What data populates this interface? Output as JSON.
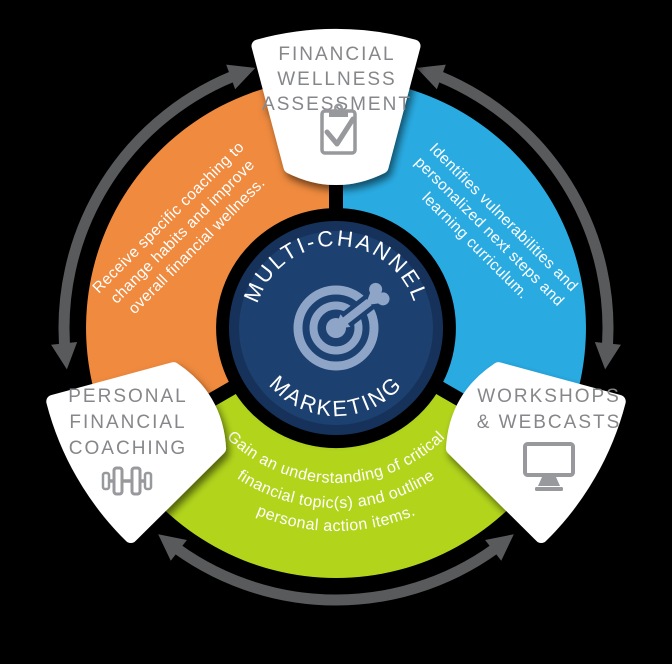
{
  "diagram_title": "Multi-Channel Marketing cycle diagram",
  "colors": {
    "background": "#000000",
    "orange": "#EF8A3E",
    "blue": "#29ABE2",
    "green": "#B2D51C",
    "navy_rim": "#14315A",
    "navy": "#1C4170",
    "target_icon": "#8EA5C7",
    "arrow_gray": "#595A5C",
    "wedge_text_gray": "#85878A",
    "icon_gray": "#97999C",
    "wedge_white": "#FFFFFF"
  },
  "center": {
    "line1": "MULTI-CHANNEL",
    "line2": "MARKETING",
    "icon": "target-dart-icon"
  },
  "wedges": {
    "top": {
      "lines": [
        "FINANCIAL",
        "WELLNESS",
        "ASSESSMENT"
      ],
      "icon": "clipboard-check-icon"
    },
    "left": {
      "lines": [
        "PERSONAL",
        "FINANCIAL",
        "COACHING"
      ],
      "icon": "dumbbell-icon"
    },
    "right": {
      "lines": [
        "WORKSHOPS",
        "& WEBCASTS"
      ],
      "icon": "monitor-icon"
    }
  },
  "segments": {
    "orange": {
      "lines": [
        "Receive specific coaching to",
        "change habits and improve",
        "overall financial wellness."
      ]
    },
    "blue": {
      "lines": [
        "Identifies vulnerabilities and",
        "personalized next steps and",
        "learning curriculum."
      ]
    },
    "green": {
      "lines": [
        "Gain an understanding of critical",
        "financial topic(s) and outline",
        "personal action items."
      ]
    }
  }
}
